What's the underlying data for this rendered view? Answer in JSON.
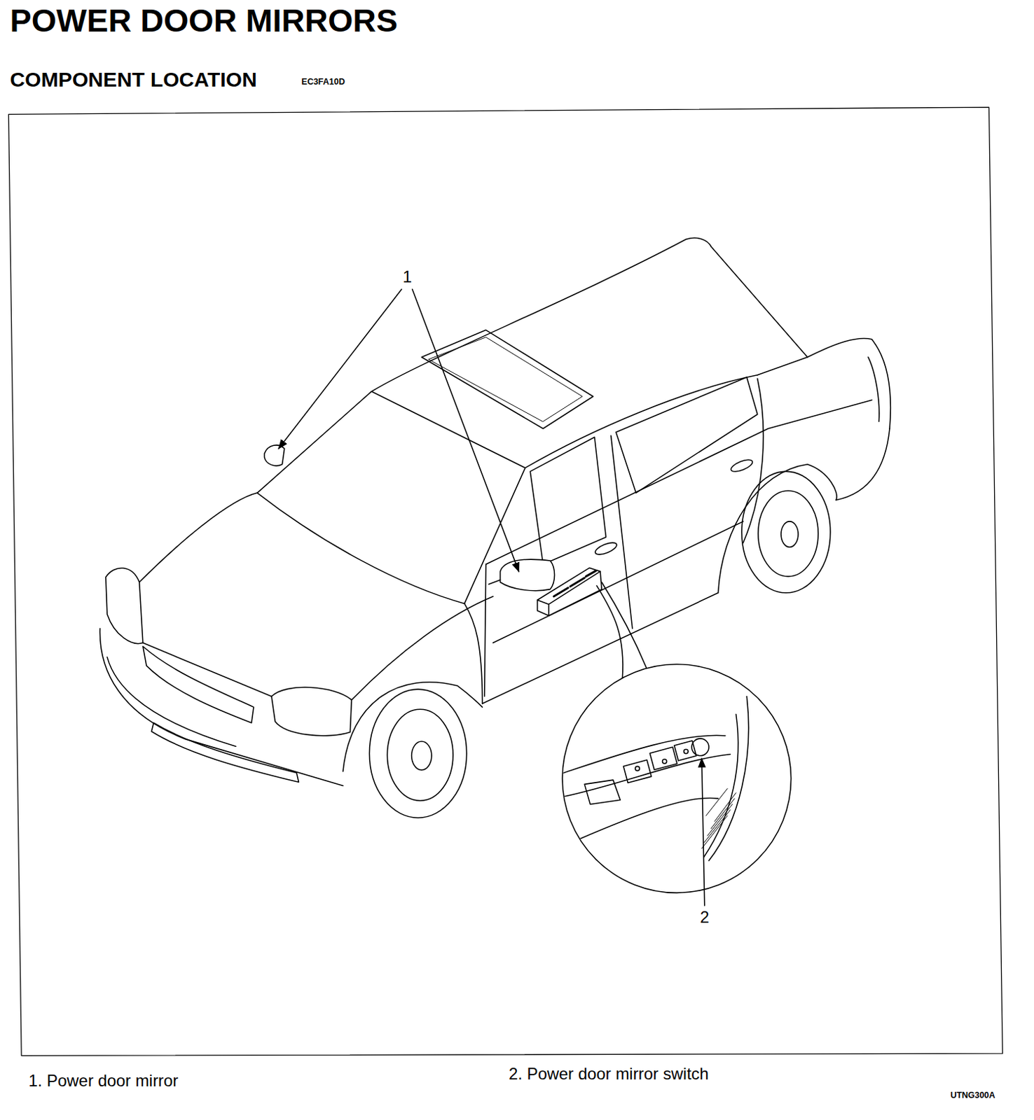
{
  "diagram": {
    "title": "POWER DOOR MIRRORS",
    "labels": [
      "COMPONENT LOCATION",
      "EC3FA10D",
      "1",
      "2",
      "1. Power door mirror",
      "2. Power door mirror switch",
      "UTNG300A"
    ]
  }
}
